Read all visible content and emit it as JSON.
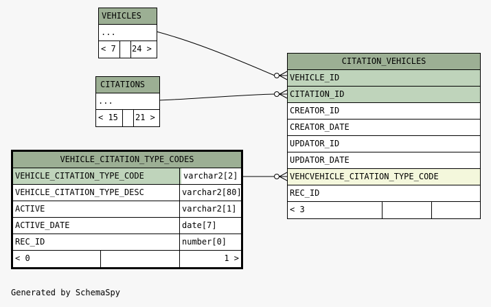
{
  "tables": {
    "vehicles": {
      "name": "VEHICLES",
      "ellipsis": "...",
      "nav_left": "< 7",
      "nav_right": "24 >"
    },
    "citations": {
      "name": "CITATIONS",
      "ellipsis": "...",
      "nav_left": "< 15",
      "nav_right": "21 >"
    },
    "citation_vehicles": {
      "name": "CITATION_VEHICLES",
      "columns": [
        "VEHICLE_ID",
        "CITATION_ID",
        "CREATOR_ID",
        "CREATOR_DATE",
        "UPDATOR_ID",
        "UPDATOR_DATE",
        "VEHCVEHICLE_CITATION_TYPE_CODE",
        "REC_ID"
      ],
      "nav_left": "< 3"
    },
    "type_codes": {
      "name": "VEHICLE_CITATION_TYPE_CODES",
      "columns": [
        {
          "name": "VEHICLE_CITATION_TYPE_CODE",
          "type": "varchar2[2]"
        },
        {
          "name": "VEHICLE_CITATION_TYPE_DESC",
          "type": "varchar2[80]"
        },
        {
          "name": "ACTIVE",
          "type": "varchar2[1]"
        },
        {
          "name": "ACTIVE_DATE",
          "type": "date[7]"
        },
        {
          "name": "REC_ID",
          "type": "number[0]"
        }
      ],
      "nav_left": "< 0",
      "nav_right": "1 >"
    }
  },
  "colors": {
    "header": "#9caf94",
    "primary_key": "#bfd4bb",
    "foreign_key": "#f4f7dc",
    "background": "#f7f7f7"
  },
  "footer": "Generated by SchemaSpy"
}
